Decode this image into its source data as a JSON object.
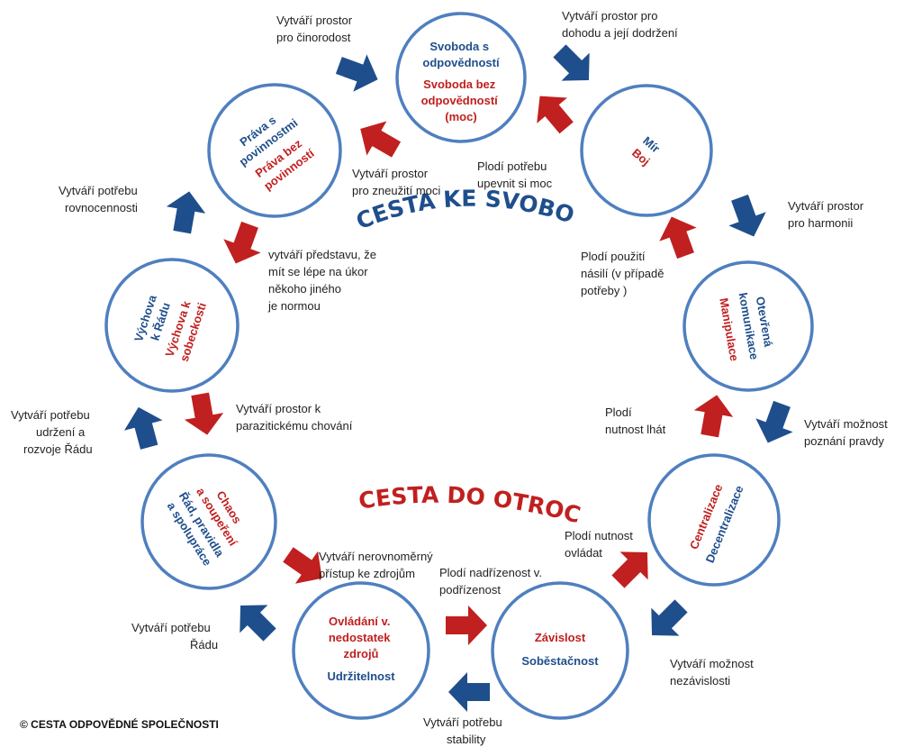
{
  "titles": {
    "path_to_freedom": "CESTA KE SVOBODĚ",
    "path_to_slavery": "CESTA DO OTROCTVÍ"
  },
  "copyright": "© CESTA ODPOVĚDNÉ SPOLEČNOSTI",
  "colors": {
    "freedom_blue": "#1f4e8c",
    "slavery_red": "#c0201f",
    "ring": "#4f7fbf"
  },
  "circles": {
    "svoboda": {
      "blue": [
        "Svoboda s",
        "odpovědností"
      ],
      "red": [
        "Svoboda bez",
        "odpovědností",
        "(moc)"
      ]
    },
    "mir": {
      "blue": [
        "Mír"
      ],
      "red": [
        "Boj"
      ]
    },
    "komunikace": {
      "blue": [
        "Otevřená",
        "komunikace"
      ],
      "red": [
        "Manipulace"
      ]
    },
    "centralizace": {
      "red": [
        "Centralizace"
      ],
      "blue": [
        "Decentralizace"
      ]
    },
    "zavislost": {
      "red": [
        "Závislost"
      ],
      "blue": [
        "Soběstačnost"
      ]
    },
    "ovladani": {
      "red": [
        "Ovládání v.",
        "nedostatek",
        "zdrojů"
      ],
      "blue": [
        "Udržitelnost"
      ]
    },
    "chaos": {
      "red": [
        "Chaos",
        "a soupeření"
      ],
      "blue": [
        "Řád, pravidla",
        "a spolupráce"
      ]
    },
    "vychova": {
      "blue": [
        "Výchova",
        "k Řádu"
      ],
      "red": [
        "Výchova k",
        "sobeckosti"
      ]
    },
    "prava": {
      "blue": [
        "Práva s",
        "povinnostmi"
      ],
      "red": [
        "Práva bez",
        "povinností"
      ]
    }
  },
  "labels": {
    "l1": [
      "Vytváří prostor",
      "pro činorodost"
    ],
    "l2": [
      "Vytváří prostor pro",
      "dohodu a její dodržení"
    ],
    "l3": [
      "Vytváří prostor",
      "pro zneužití moci"
    ],
    "l4": [
      "Plodí potřebu",
      "upevnit si moc"
    ],
    "l5": [
      "Vytváří potřebu",
      "rovnocennosti"
    ],
    "l6": [
      "Vytváří prostor",
      "pro harmonii"
    ],
    "l7": [
      "vytváří představu, že",
      "mít se lépe na úkor",
      "někoho jiného",
      " je normou"
    ],
    "l8": [
      "Plodí použití",
      "násilí (v případě",
      "potřeby )"
    ],
    "l9": [
      "Vytváří potřebu",
      "udržení a",
      "rozvoje Řádu"
    ],
    "l10": [
      "Vytváří prostor k",
      "parazitickému chování"
    ],
    "l11": [
      "Plodí",
      "nutnost lhát"
    ],
    "l12": [
      "Vytváří možnost",
      "poznání pravdy"
    ],
    "l13": [
      "Plodí nutnost",
      "ovládat"
    ],
    "l14": [
      "Vytváří nerovnoměrný",
      "přístup ke zdrojům"
    ],
    "l15": [
      "Plodí nadřízenost v.",
      "podřízenost"
    ],
    "l16": [
      "Vytváří potřebu",
      "Řádu"
    ],
    "l17": [
      "Vytváří možnost",
      "nezávislosti"
    ],
    "l18": [
      "Vytváří potřebu",
      "stability"
    ]
  }
}
